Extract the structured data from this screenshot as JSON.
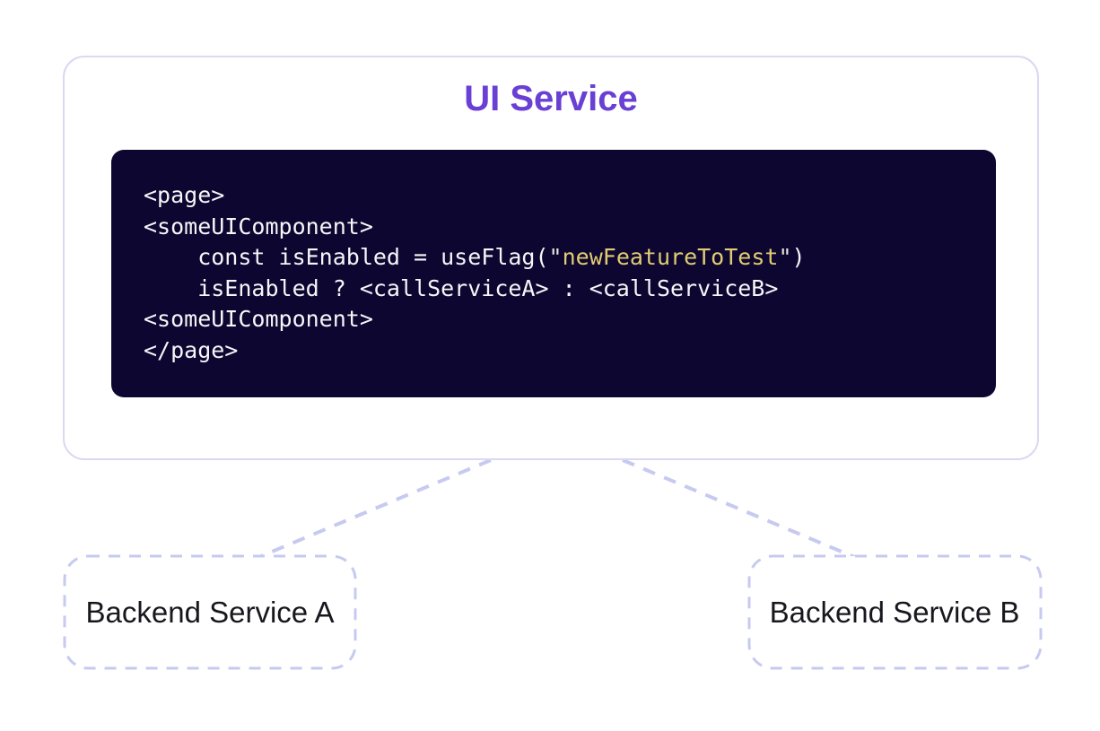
{
  "ui_service": {
    "title": "UI Service"
  },
  "code": {
    "lines": [
      [
        {
          "t": "<page>",
          "c": "plain"
        }
      ],
      [
        {
          "t": "<someUIComponent>",
          "c": "plain"
        }
      ],
      [
        {
          "t": "    const isEnabled = useFlag(",
          "c": "plain"
        },
        {
          "t": "\"",
          "c": "quote"
        },
        {
          "t": "newFeatureToTest",
          "c": "string"
        },
        {
          "t": "\"",
          "c": "quote"
        },
        {
          "t": ")",
          "c": "plain"
        }
      ],
      [
        {
          "t": "    isEnabled ? <callServiceA> : <callServiceB>",
          "c": "plain"
        }
      ],
      [
        {
          "t": "<someUIComponent>",
          "c": "plain"
        }
      ],
      [
        {
          "t": "</page>",
          "c": "plain"
        }
      ]
    ]
  },
  "backend_a": {
    "label": "Backend Service A"
  },
  "backend_b": {
    "label": "Backend Service B"
  },
  "colors": {
    "title_color": "#6a3fd4",
    "code_bg": "#0d0630",
    "code_text": "#f5f6f8",
    "code_string": "#e0cc73",
    "code_quote": "#e8e6df",
    "card_border": "#dcd7f2",
    "connector": "#c7caf0",
    "label_text": "#17171e"
  }
}
